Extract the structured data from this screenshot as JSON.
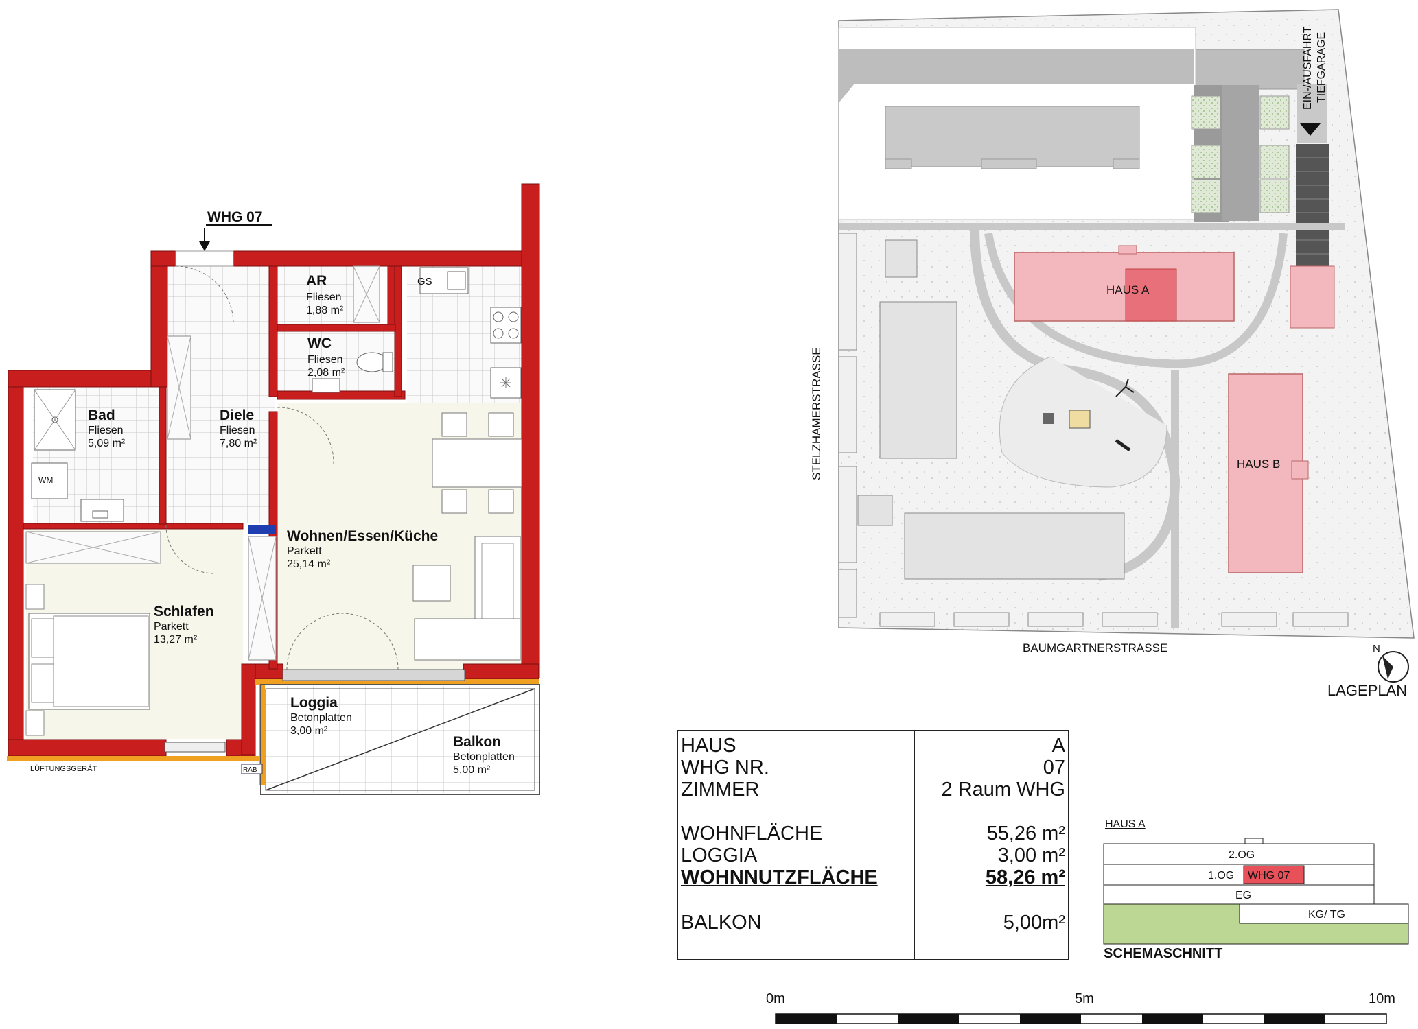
{
  "plan": {
    "unit_marker": "WHG 07",
    "rooms": [
      {
        "id": "ar",
        "name": "AR",
        "material": "Fliesen",
        "area": "1,88 m²"
      },
      {
        "id": "wc",
        "name": "WC",
        "material": "Fliesen",
        "area": "2,08 m²"
      },
      {
        "id": "bad",
        "name": "Bad",
        "material": "Fliesen",
        "area": "5,09 m²"
      },
      {
        "id": "diele",
        "name": "Diele",
        "material": "Fliesen",
        "area": "7,80 m²"
      },
      {
        "id": "wohnen",
        "name": "Wohnen/Essen/Küche",
        "material": "Parkett",
        "area": "25,14 m²"
      },
      {
        "id": "schlafen",
        "name": "Schlafen",
        "material": "Parkett",
        "area": "13,27 m²"
      },
      {
        "id": "loggia",
        "name": "Loggia",
        "material": "Betonplatten",
        "area": "3,00 m²"
      },
      {
        "id": "balkon",
        "name": "Balkon",
        "material": "Betonplatten",
        "area": "5,00 m²"
      }
    ],
    "fixtures": {
      "gs": "GS",
      "wm": "WM",
      "lueftung": "LÜFTUNGSGERÄT",
      "rab": "RAB"
    }
  },
  "siteplan": {
    "title": "LAGEPLAN",
    "haus_a": "HAUS A",
    "haus_b": "HAUS B",
    "street_west": "STELZHAMERSTRASSE",
    "street_south": "BAUMGARTNERSTRASSE",
    "garage_line1": "EIN-/AUSFAHRT",
    "garage_line2": "TIEFGARAGE",
    "north": "N"
  },
  "info": {
    "rows": [
      {
        "key": "HAUS",
        "value": "A"
      },
      {
        "key": "WHG NR.",
        "value": "07"
      },
      {
        "key": "ZIMMER",
        "value": "2 Raum WHG"
      },
      {
        "key": "WOHNFLÄCHE",
        "value": "55,26 m²"
      },
      {
        "key": "LOGGIA",
        "value": "3,00 m²"
      },
      {
        "key": "WOHNNUTZFLÄCHE",
        "value": "58,26 m²"
      },
      {
        "key": "BALKON",
        "value": "5,00m²"
      }
    ]
  },
  "section": {
    "title": "HAUS A",
    "floors": [
      "2.OG",
      "1.OG",
      "EG",
      "KG/ TG"
    ],
    "highlight": "WHG 07",
    "caption": "SCHEMASCHNITT"
  },
  "scale": {
    "labels": [
      "0m",
      "5m",
      "10m"
    ]
  },
  "colors": {
    "wall": "#d01f1f",
    "haus_fill": "#f2b8bd",
    "haus_highlight": "#e8707a",
    "section_green": "#bcd693",
    "whg_highlight": "#e8505a",
    "balcony_edge": "#f0a020"
  }
}
